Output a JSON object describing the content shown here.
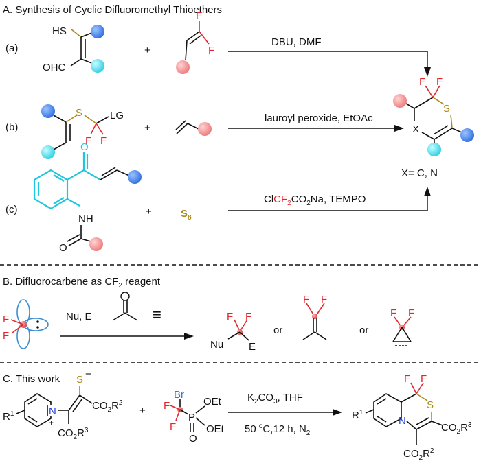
{
  "section_a": {
    "title": "A. Synthesis of Cyclic Difluoromethyl Thioethers",
    "row_a": {
      "label": "(a)",
      "plus": "+",
      "conditions": "DBU,  DMF",
      "r1": {
        "sh": "HS",
        "ohc": "OHC"
      },
      "r2": {
        "f1": "F",
        "f2": "F"
      }
    },
    "row_b": {
      "label": "(b)",
      "plus": "+",
      "conditions": "lauroyl peroxide, EtOAc",
      "r1": {
        "s": "S",
        "lg": "LG",
        "f1": "F",
        "f2": "F"
      }
    },
    "row_c": {
      "label": "(c)",
      "plus": "+",
      "reagent": "S",
      "reagent_sub": "8",
      "r1": {
        "o": "O",
        "nh": "NH",
        "o2": "O"
      },
      "conditions": {
        "p1": "Cl",
        "p2": "CF",
        "p3": "2",
        "p4": "CO",
        "p5": "2",
        "p6": "Na, TEMPO"
      }
    },
    "product": {
      "f1": "F",
      "f2": "F",
      "s": "S",
      "x": "X",
      "caption": "X= C, N"
    }
  },
  "section_b": {
    "title": "B. Difluorocarbene as CF",
    "title_sub": "2",
    "title_end": " reagent",
    "carbene": {
      "f1": "F",
      "f2": "F"
    },
    "conditions": "Nu, E",
    "alkyne_glyph": "≡",
    "products": {
      "f1": "F",
      "f2": "F",
      "nu": "Nu",
      "e": "E",
      "or1": "or",
      "or2": "or",
      "f3": "F",
      "f4": "F",
      "f5": "F",
      "f6": "F"
    }
  },
  "section_c": {
    "title": "C. This work",
    "ylide": {
      "r1": "R",
      "r1_sup": "1",
      "n": "N",
      "plus": "+",
      "s": "S",
      "minus": "−",
      "co2r2": "CO",
      "co2r2_sub": "2",
      "co2r2_r": "R",
      "co2r2_sup": "2",
      "co2r3": "CO",
      "co2r3_sub": "2",
      "co2r3_r": "R",
      "co2r3_sup": "3"
    },
    "plus": "+",
    "reagent": {
      "br": "Br",
      "f1": "F",
      "f2": "F",
      "p": "P",
      "oet1": "OEt",
      "oet2": "OEt",
      "o": "O"
    },
    "conditions_top": {
      "k": "K",
      "k_sub": "2",
      "co": "CO",
      "co_sub": "3",
      "rest": ", THF"
    },
    "conditions_bottom": {
      "t": "50 ",
      "t_sup": "o",
      "rest": "C,12 h, N",
      "n_sub": "2"
    },
    "product": {
      "f1": "F",
      "f2": "F",
      "s": "S",
      "r1": "R",
      "r1_sup": "1",
      "n": "N",
      "co2r3": "CO",
      "co2r3_sub": "2",
      "co2r3_r": "R",
      "co2r3_sup": "3",
      "co2r2": "CO",
      "co2r2_sub": "2",
      "co2r2_r": "R",
      "co2r2_sup": "2"
    }
  },
  "colors": {
    "sulfur": "#a98a1a",
    "fluorine": "#e3262b",
    "nitrogen": "#1d3fd6",
    "bromine": "#2a7fd4",
    "cyan_bond": "#1ec7dd",
    "blue_ball": "#3a7ae8",
    "cyan_ball": "#35d6e6",
    "pink_ball": "#f2878a",
    "orbital": "#3d8fcf"
  }
}
